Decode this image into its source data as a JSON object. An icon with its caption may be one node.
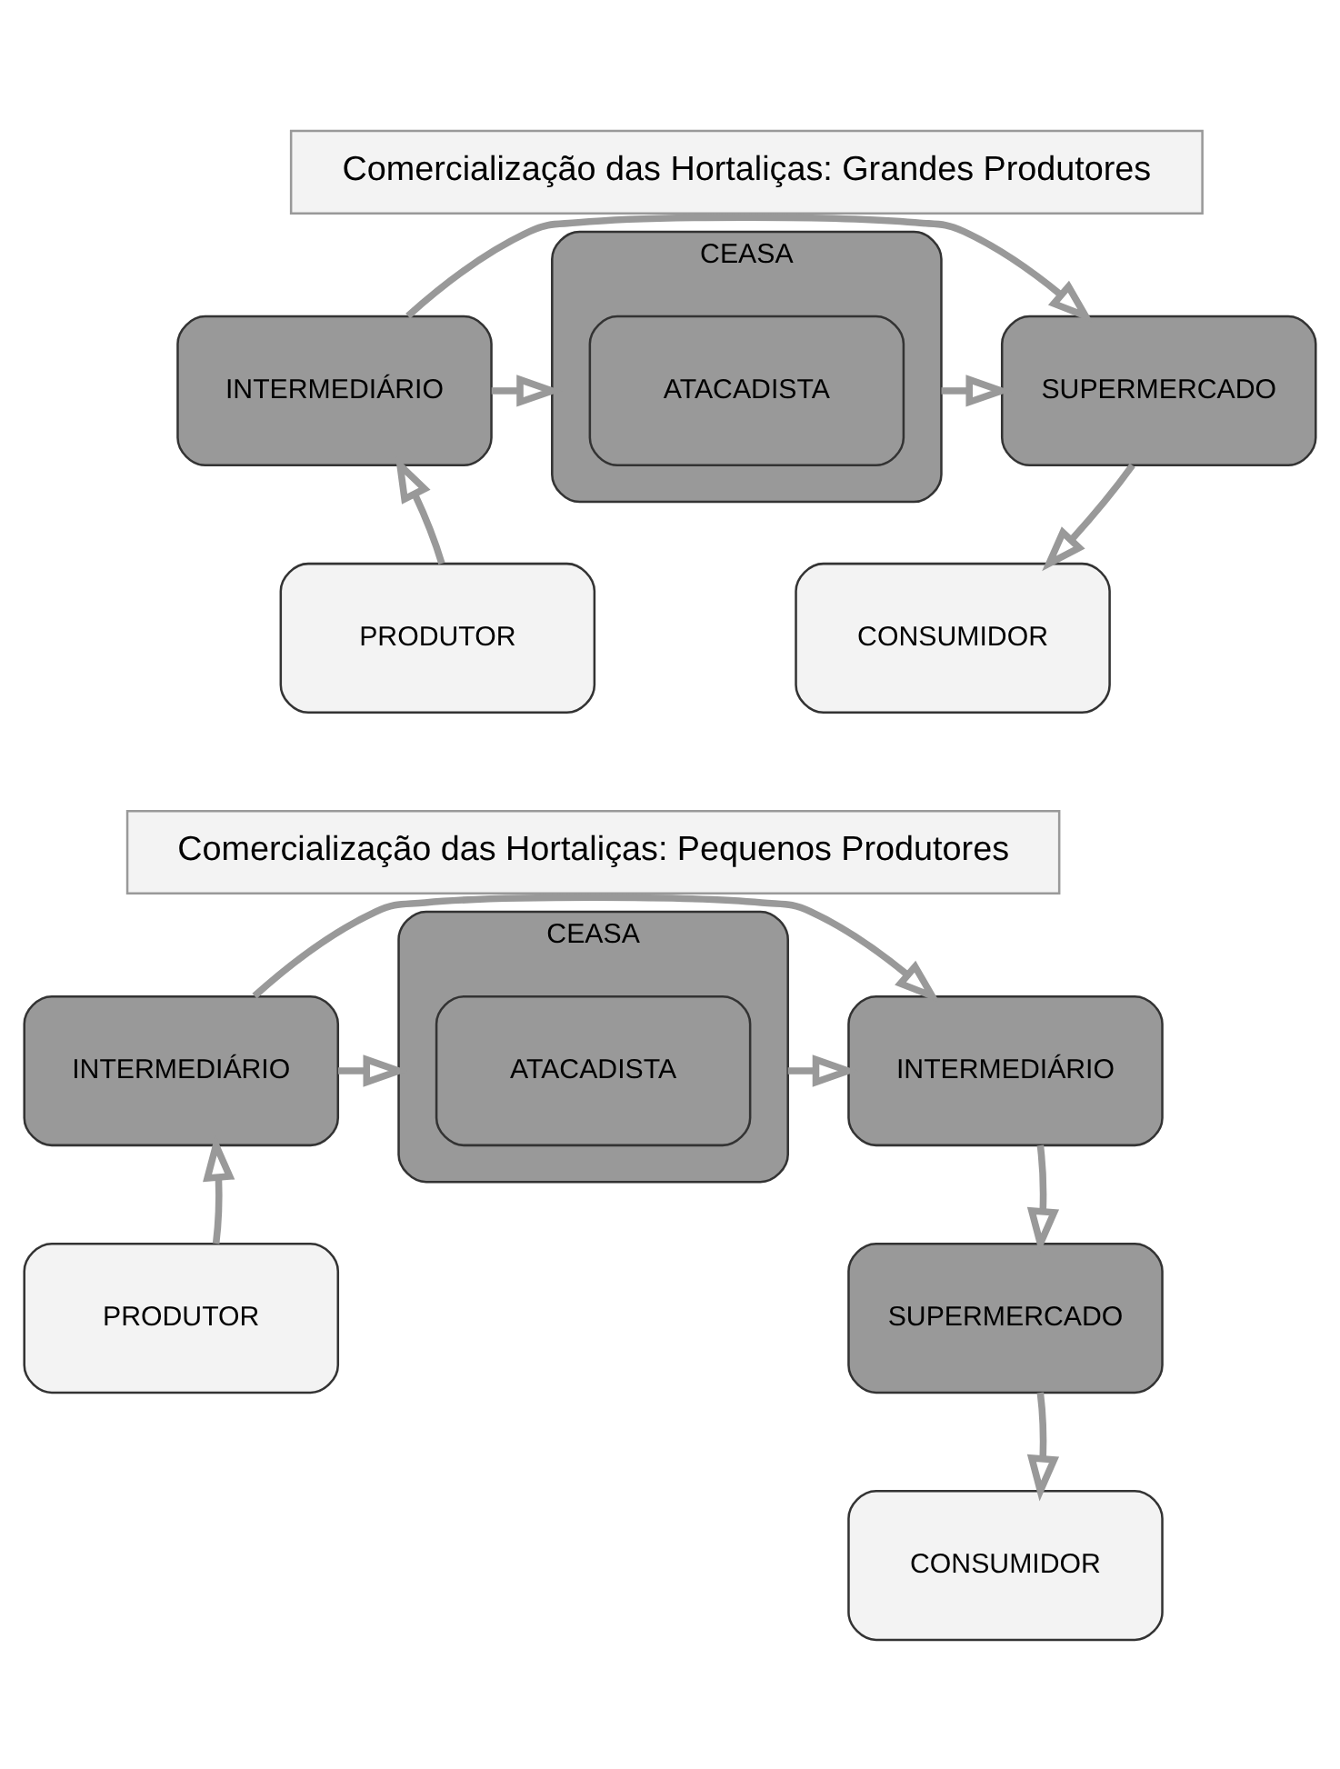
{
  "diagram": {
    "nodes": [
      {
        "text": [
          "Comercialização das Hortaliças: Grandes Produtores"
        ]
      },
      {
        "text": [
          "INTERMEDIÁRIO"
        ]
      },
      {
        "text": [
          "CEASA"
        ]
      },
      {
        "text": [
          "ATACADISTA"
        ],
        "in": 2
      },
      {
        "text": [
          "SUPERMERCADO"
        ]
      },
      {
        "text": [
          "PRODUTOR"
        ]
      },
      {
        "text": [
          "CONSUMIDOR"
        ]
      },
      {
        "text": [
          "Comercialização das Hortaliças: Pequenos Produtores"
        ]
      },
      {
        "text": [
          "INTERMEDIÁRIO"
        ]
      },
      {
        "text": [
          "CEASA"
        ]
      },
      {
        "text": [
          "ATACADISTA"
        ],
        "in": 9
      },
      {
        "text": [
          "INTERMEDIÁRIO"
        ]
      },
      {
        "text": [
          "SUPERMERCADO"
        ]
      },
      {
        "text": [
          "PRODUTOR"
        ]
      },
      {
        "text": [
          "CONSUMIDOR"
        ]
      }
    ],
    "edges": [
      {
        "from": 5,
        "to": 1,
        "arrow": "to"
      },
      {
        "from": 1,
        "to": 2,
        "arrow": "to"
      },
      {
        "from": 1,
        "to": 4,
        "arrow": "to"
      },
      {
        "from": 2,
        "to": 4,
        "arrow": "to"
      },
      {
        "from": 4,
        "to": 6,
        "arrow": "to"
      },
      {
        "from": 13,
        "to": 8,
        "arrow": "to"
      },
      {
        "from": 8,
        "to": 9,
        "arrow": "to"
      },
      {
        "from": 8,
        "to": 11,
        "arrow": "to"
      },
      {
        "from": 9,
        "to": 11,
        "arrow": "to"
      },
      {
        "from": 11,
        "to": 12,
        "arrow": "to"
      },
      {
        "from": 12,
        "to": 14,
        "arrow": "to"
      }
    ]
  }
}
